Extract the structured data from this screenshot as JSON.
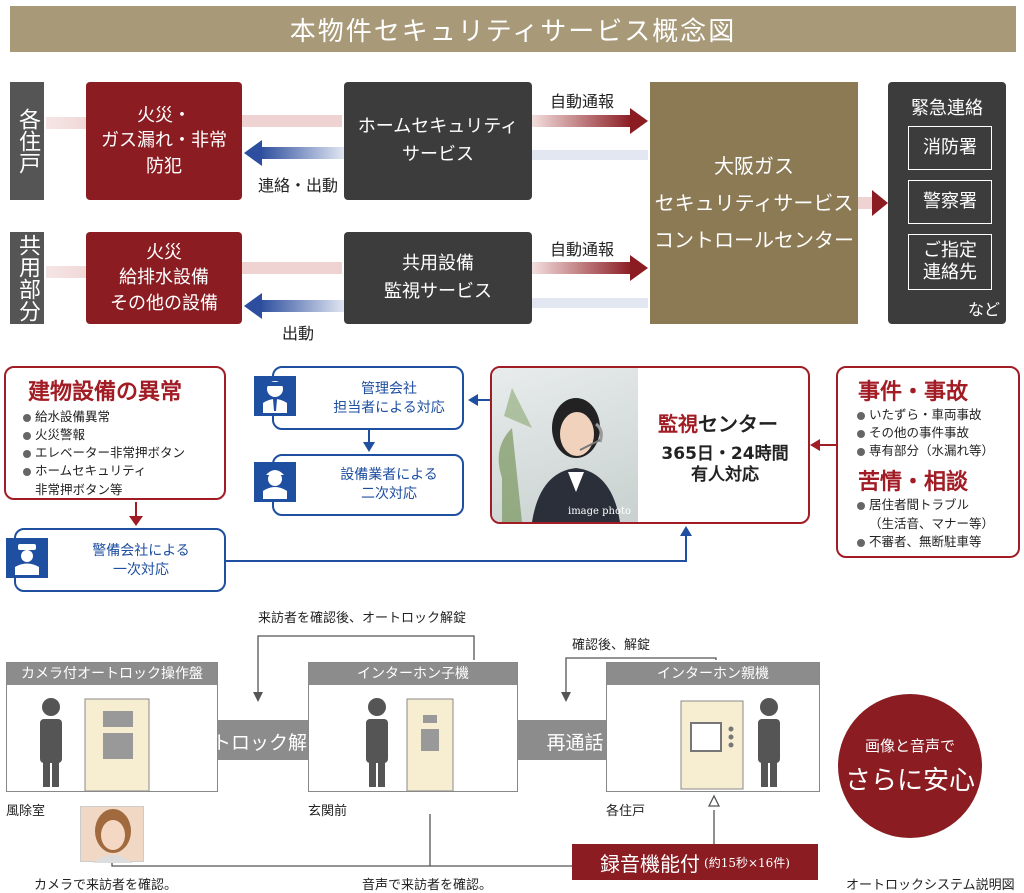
{
  "title": "本物件セキュリティサービス概念図",
  "top": {
    "row1_label": "各住戸",
    "row1_red": [
      "火災・",
      "ガス漏れ・非常",
      "防犯"
    ],
    "row1_dark": [
      "ホームセキュリティ",
      "サービス"
    ],
    "row1_out": "自動通報",
    "row1_back": "連絡・出動",
    "row2_label": "共用部分",
    "row2_red": [
      "火災",
      "給排水設備",
      "その他の設備"
    ],
    "row2_dark": [
      "共用設備",
      "監視サービス"
    ],
    "row2_out": "自動通報",
    "row2_back": "出動",
    "center": [
      "大阪ガス",
      "セキュリティサービス",
      "コントロールセンター"
    ],
    "emergency_title": "緊急連絡",
    "emergency_items": [
      "消防署",
      "警察署",
      "ご指定 連絡先"
    ],
    "emergency_etc": "など"
  },
  "middle": {
    "building_title": "建物設備の異常",
    "building_items": [
      "給水設備異常",
      "火災警報",
      "エレベーター非常押ボタン",
      "ホームセキュリティ",
      "非常押ボタン等"
    ],
    "mgmt": [
      "管理会社",
      "担当者による対応"
    ],
    "equip": [
      "設備業者による",
      "二次対応"
    ],
    "guard": [
      "警備会社による",
      "一次対応"
    ],
    "monitor_title_red": "監視",
    "monitor_title_black": "センター",
    "monitor_hours": "365日・24時間",
    "monitor_staffed": "有人対応",
    "image_photo": "image photo",
    "incident_title": "事件・事故",
    "incident_items": [
      "いたずら・車両事故",
      "その他の事件事故",
      "専有部分（水漏れ等）"
    ],
    "complaint_title": "苦情・相談",
    "complaint_items": [
      "居住者間トラブル",
      "（生活音、マナー等）",
      "不審者、無断駐車等"
    ]
  },
  "bottom": {
    "top_loop": "来訪者を確認後、オートロック解錠",
    "second_loop": "確認後、解錠",
    "panel1": "カメラ付オートロック操作盤",
    "panel2": "インターホン子機",
    "panel3": "インターホン親機",
    "arrow1": "オートロック解錠",
    "arrow2": "再通話",
    "loc1": "風除室",
    "loc2": "玄関前",
    "loc3": "各住戸",
    "circle_small": "画像と音声で",
    "circle_big": "さらに安心",
    "cap1": "カメラで来訪者を確認。",
    "cap2": "音声で来訪者を確認。",
    "record_main": "録音機能付",
    "record_sub": "(約15秒×16件)",
    "footer": "オートロックシステム説明図"
  },
  "colors": {
    "red": "#8a1c22",
    "dark": "#3c3c3c",
    "gold": "#8c7a55",
    "blue": "#1f4fa0"
  }
}
